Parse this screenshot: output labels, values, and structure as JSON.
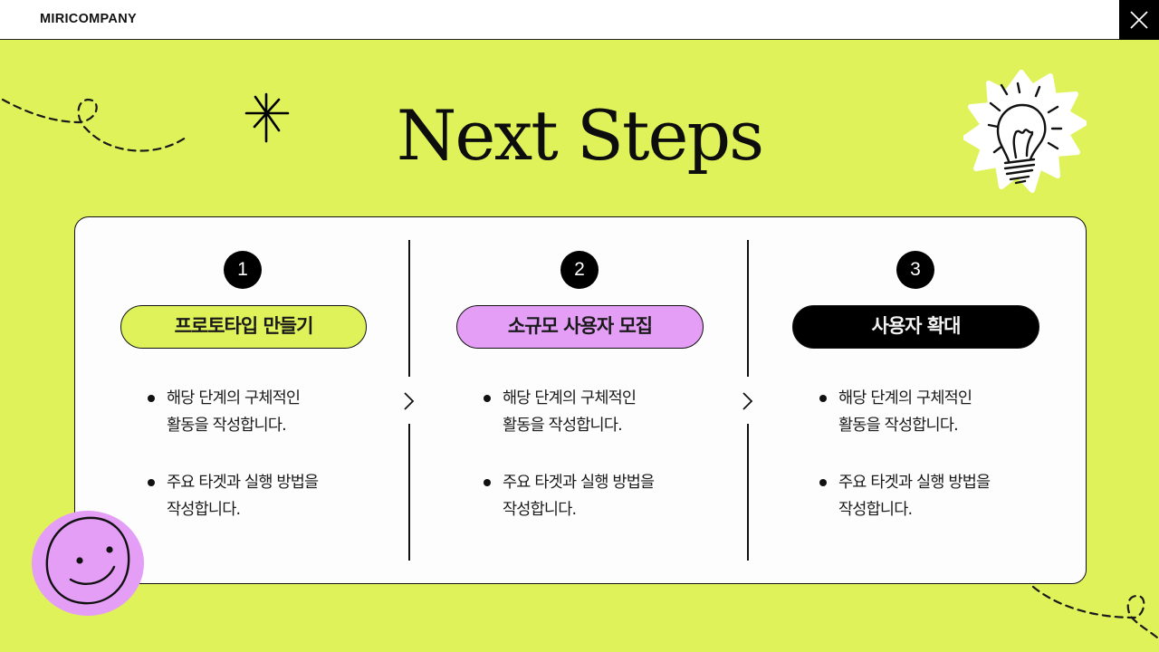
{
  "header": {
    "brand": "MIRICOMPANY",
    "close_icon": "close-icon"
  },
  "slide": {
    "title": "Next Steps",
    "colors": {
      "background": "#dff25a",
      "accent_purple": "#e49ef6",
      "ink": "#000000",
      "card": "#fdfdfd"
    },
    "decorations": [
      "dashed-loop-line-icon",
      "asterisk-sparkle-icon",
      "lightbulb-sticker-icon",
      "smiley-face-sticker-icon",
      "dashed-loop-line-icon"
    ],
    "steps": [
      {
        "number": "1",
        "label": "프로토타입 만들기",
        "style": "lime",
        "bullets": [
          [
            "해당 단계의 구체적인",
            "활동을 작성합니다."
          ],
          [
            "주요 타겟과 실행 방법을",
            "작성합니다."
          ]
        ]
      },
      {
        "number": "2",
        "label": "소규모 사용자 모집",
        "style": "purple",
        "bullets": [
          [
            "해당 단계의 구체적인",
            "활동을 작성합니다."
          ],
          [
            "주요 타겟과 실행 방법을",
            "작성합니다."
          ]
        ]
      },
      {
        "number": "3",
        "label": "사용자 확대",
        "style": "black",
        "bullets": [
          [
            "해당 단계의 구체적인",
            "활동을 작성합니다."
          ],
          [
            "주요 타겟과 실행 방법을",
            "작성합니다."
          ]
        ]
      }
    ]
  }
}
